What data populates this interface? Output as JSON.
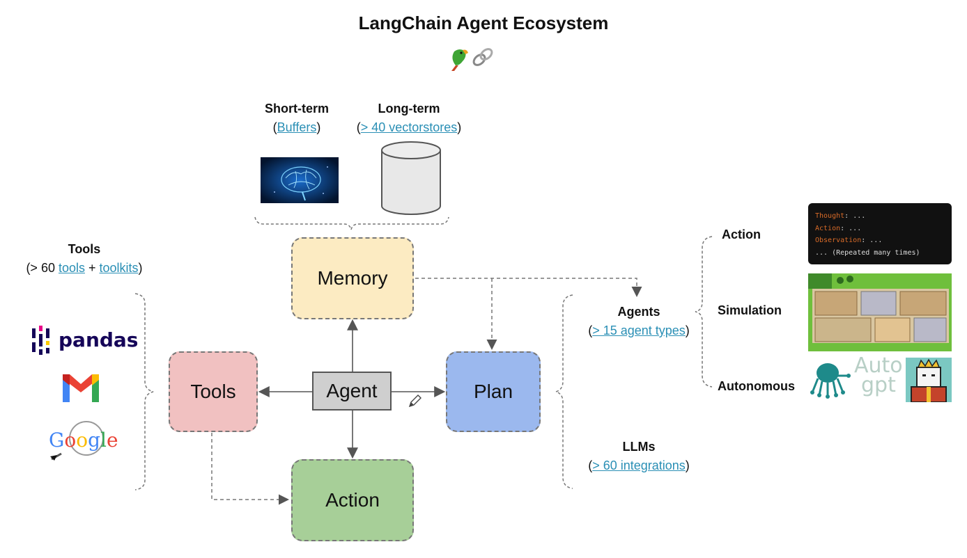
{
  "title": "LangChain Agent Ecosystem",
  "memory_types": {
    "short_term": {
      "label": "Short-term",
      "open": "(",
      "link": "Buffers",
      "close": ")"
    },
    "long_term": {
      "label": "Long-term",
      "open": "(",
      "link": "> 40 vectorstores",
      "close": ")"
    }
  },
  "tools_header": {
    "label": "Tools",
    "prefix": "(> 60 ",
    "link1": "tools",
    "mid": " + ",
    "link2": "toolkits",
    "suffix": ")"
  },
  "tool_logos": [
    "pandas",
    "Google"
  ],
  "nodes": {
    "memory": "Memory",
    "tools": "Tools",
    "agent": "Agent",
    "plan": "Plan",
    "action": "Action"
  },
  "agents": {
    "label": "Agents",
    "open": "(",
    "link": "> 15 agent types",
    "close": ")"
  },
  "llms": {
    "label": "LLMs",
    "open": "(",
    "link": "> 60 integrations",
    "close": ")"
  },
  "agent_kinds": {
    "action": "Action",
    "simulation": "Simulation",
    "autonomous": "Autonomous"
  },
  "code_example": {
    "line1_key": "Thought",
    "line1_val": ": ...",
    "line2_key": "Action",
    "line2_val": ": ...",
    "line3_key": "Observation",
    "line3_val": ": ...",
    "line4": "... (Repeated many times)"
  },
  "autogpt_text": {
    "line1": "Auto",
    "line2": "gpt"
  },
  "colors": {
    "memory": "#fcebc2",
    "tools": "#f1c1c1",
    "plan": "#9bb8ee",
    "action": "#a7cf98",
    "agent": "#cfcfcf",
    "link": "#2a8fb5"
  }
}
